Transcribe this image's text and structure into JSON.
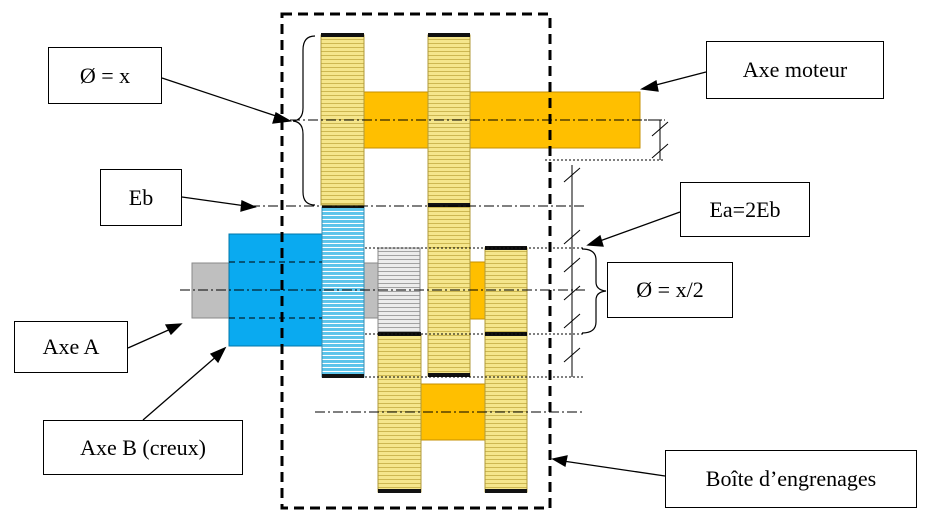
{
  "labels": {
    "diameter_x": "Ø = x",
    "eb": "Eb",
    "axe_a": "Axe A",
    "axe_b": "Axe B (creux)",
    "axe_moteur": "Axe moteur",
    "ea": "Ea=2Eb",
    "diameter_half": "Ø = x/2",
    "boite": "Boîte d’engrenages"
  },
  "colors": {
    "gear_yellow": "#f5e68c",
    "shaft_orange": "#ffbf00",
    "axe_b_blue": "#0aaaf0",
    "blue_gear": "#5cc4ea",
    "axe_a_grey": "#bfbfbf",
    "white_gear": "#ececec",
    "line": "#000000"
  }
}
